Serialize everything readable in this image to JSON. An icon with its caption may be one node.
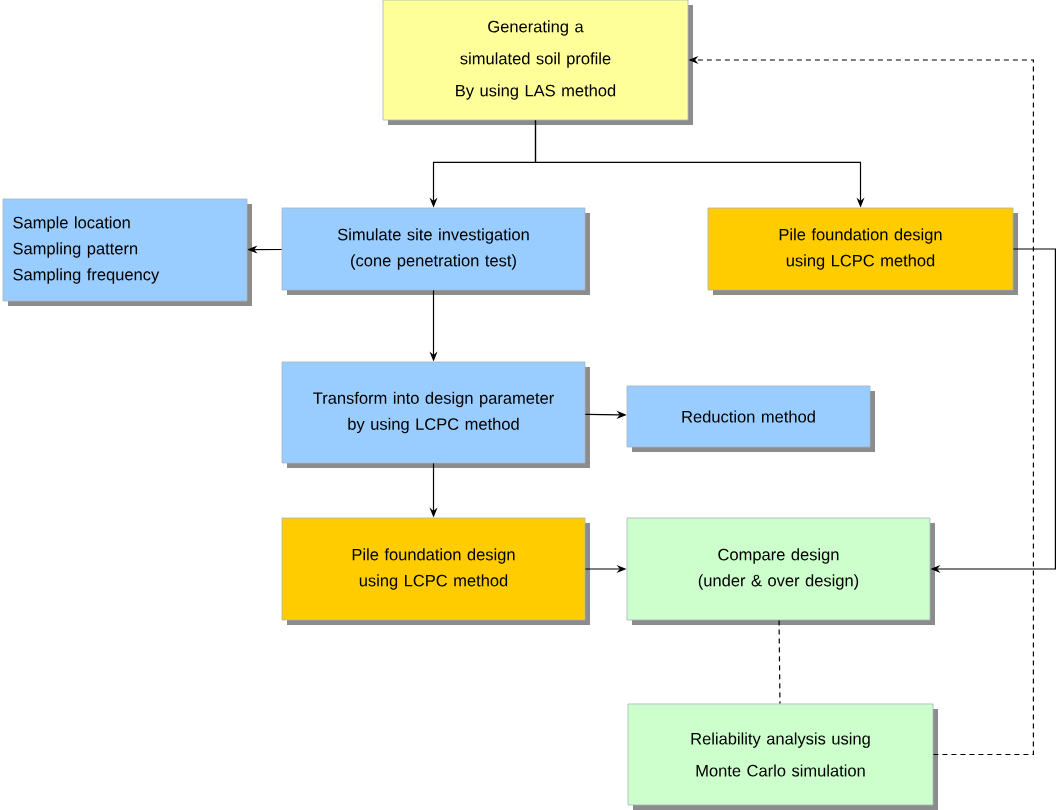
{
  "diagram": {
    "nodes": [
      {
        "text": [
          "Generating a simulated soil profile",
          "By using LAS method"
        ]
      },
      {
        "text": [
          "Sample location",
          "Sampling pattern",
          "Sampling frequency"
        ]
      },
      {
        "text": [
          "Simulate site investigation (cone penetration test)"
        ]
      },
      {
        "text": [
          "Pile foundation design using LCPC method"
        ]
      },
      {
        "text": [
          "Transform into design parameter by using LCPC method"
        ]
      },
      {
        "text": [
          "Reduction method"
        ]
      },
      {
        "text": [
          "Pile foundation design using LCPC method"
        ]
      },
      {
        "text": [
          "Compare design (under & over design)"
        ]
      },
      {
        "text": [
          "Reliability analysis using Monte Carlo simulation"
        ]
      }
    ],
    "edges": [
      {
        "from": 0,
        "to": 2,
        "arrow": "to"
      },
      {
        "from": 0,
        "to": 3,
        "arrow": "to"
      },
      {
        "from": 2,
        "to": 1,
        "arrow": "to"
      },
      {
        "from": 2,
        "to": 4,
        "arrow": "to"
      },
      {
        "from": 4,
        "to": 5,
        "arrow": "to"
      },
      {
        "from": 4,
        "to": 6,
        "arrow": "to"
      },
      {
        "from": 6,
        "to": 7,
        "arrow": "to"
      },
      {
        "from": 3,
        "to": 7,
        "arrow": "to"
      },
      {
        "from": 7,
        "to": 8,
        "arrow": "none",
        "style": "dashed"
      },
      {
        "from": 8,
        "to": 0,
        "arrow": "to",
        "style": "dashed"
      }
    ]
  }
}
